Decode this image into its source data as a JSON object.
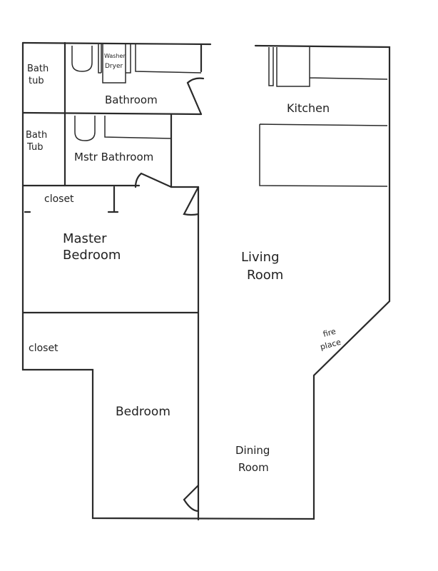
{
  "title": "Floor plan",
  "rooms": {
    "bath_tub_1": [
      "Bath",
      "tub"
    ],
    "bath_tub_2": [
      "Bath",
      "Tub"
    ],
    "washer_dryer": [
      "Washer",
      "Dryer"
    ],
    "bathroom": "Bathroom",
    "master_bathroom": "Mstr Bathroom",
    "kitchen": "Kitchen",
    "closet_1": "closet",
    "master_bedroom": [
      "Master",
      "Bedroom"
    ],
    "living_room": [
      "Living",
      "Room"
    ],
    "fireplace": [
      "fire",
      "place"
    ],
    "closet_2": "closet",
    "bedroom": "Bedroom",
    "dining_room": [
      "Dining",
      "Room"
    ]
  },
  "colors": {
    "ink": "#2a2a2a",
    "paper": "#ffffff"
  }
}
